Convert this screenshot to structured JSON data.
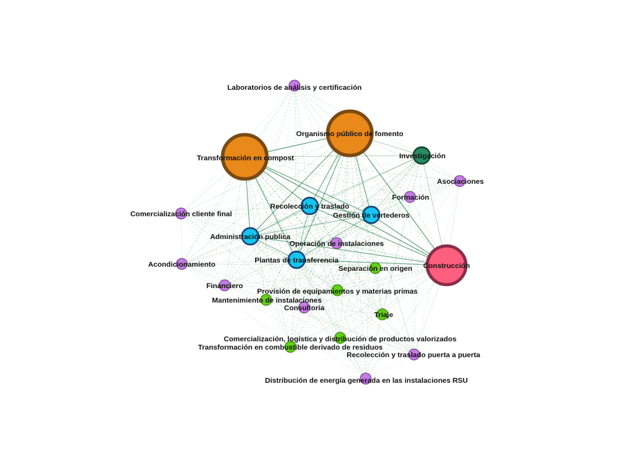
{
  "palette": {
    "edge": "#1e7a46",
    "orange": "#e8891a",
    "orange_border": "#7a4a12",
    "pink": "#ff5f7e",
    "pink_border": "#8a2d48",
    "cyan": "#17c5ef",
    "cyan_border": "#17427a",
    "green": "#64cf14",
    "green_border": "#2f7a0c",
    "teal": "#2b8a62",
    "teal_border": "#154a34",
    "violet": "#c47be2",
    "violet_border": "#6a3f82"
  },
  "nodes": [
    {
      "id": "laboratorios",
      "label": "Laboratorios de análisis y certificación",
      "size": "small",
      "color": "violet"
    },
    {
      "id": "organismo",
      "label": "Organismo público de fomento",
      "size": "large",
      "color": "orange"
    },
    {
      "id": "transformacion_compost",
      "label": "Transformación en compost",
      "size": "large",
      "color": "orange"
    },
    {
      "id": "investigacion",
      "label": "Investigación",
      "size": "medium",
      "color": "teal"
    },
    {
      "id": "asociaciones",
      "label": "Asociaciones",
      "size": "small",
      "color": "violet"
    },
    {
      "id": "formacion",
      "label": "Formación",
      "size": "small",
      "color": "violet"
    },
    {
      "id": "recoleccion_traslado",
      "label": "Recolección y traslado",
      "size": "medium",
      "color": "cyan"
    },
    {
      "id": "gestion_vertederos",
      "label": "Gestión de vertederos",
      "size": "medium",
      "color": "cyan"
    },
    {
      "id": "comercializacion_cliente",
      "label": "Comercialización cliente final",
      "size": "small",
      "color": "violet"
    },
    {
      "id": "administracion",
      "label": "Administración publica",
      "size": "medium",
      "color": "cyan"
    },
    {
      "id": "operacion",
      "label": "Operación de instalaciones",
      "size": "small",
      "color": "violet"
    },
    {
      "id": "construccion",
      "label": "Construcción",
      "size": "xlarge",
      "color": "pink"
    },
    {
      "id": "plantas",
      "label": "Plantas de transferencia",
      "size": "medium",
      "color": "cyan"
    },
    {
      "id": "acondicionamiento",
      "label": "Acondicionamiento",
      "size": "small",
      "color": "violet"
    },
    {
      "id": "separacion",
      "label": "Separación en origen",
      "size": "small",
      "color": "green"
    },
    {
      "id": "financiero",
      "label": "Financiero",
      "size": "small",
      "color": "violet"
    },
    {
      "id": "provision",
      "label": "Provisión de equipamientos y materias primas",
      "size": "small",
      "color": "green"
    },
    {
      "id": "mantenimiento",
      "label": "Mantenimiento de instalaciones",
      "size": "small",
      "color": "green"
    },
    {
      "id": "consultoria",
      "label": "Consultoría",
      "size": "small",
      "color": "violet"
    },
    {
      "id": "triaje",
      "label": "Triaje",
      "size": "small",
      "color": "green"
    },
    {
      "id": "comercializacion_logistica",
      "label": "Comercialización, logística y distribución de productos valorizados",
      "size": "small",
      "color": "green"
    },
    {
      "id": "combustible",
      "label": "Transformación en combustible derivado de residuos",
      "size": "small",
      "color": "green"
    },
    {
      "id": "puerta",
      "label": "Recolección y traslado puerta a puerta",
      "size": "small",
      "color": "violet"
    },
    {
      "id": "energia",
      "label": "Distribución de energía generada en las instalaciones RSU",
      "size": "small",
      "color": "violet"
    }
  ]
}
